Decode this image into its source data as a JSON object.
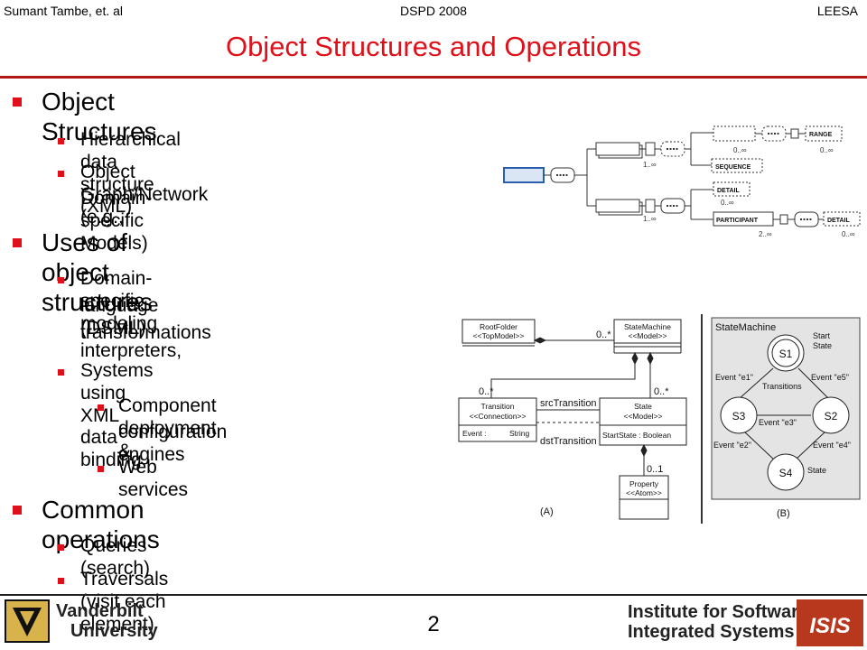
{
  "header": {
    "author": "Sumant Tambe, et. al",
    "conference": "DSPD 2008",
    "project": "LEESA"
  },
  "slide": {
    "title": "Object Structures and Operations",
    "bullets": [
      {
        "text": "Object Structures",
        "level": 1
      },
      {
        "text": "Hierarchical data structure (XML)",
        "level": 2
      },
      {
        "text": "Object Graph/Network (e.g.,",
        "level": 2
      },
      {
        "text": "Domain-specific Models)",
        "level": 2,
        "continuation": true
      },
      {
        "text": "Uses of object structures",
        "level": 1
      },
      {
        "text": "Domain-specific modeling",
        "level": 2
      },
      {
        "text": "language (DSML) interpreters,",
        "level": 2,
        "continuation": true
      },
      {
        "text": "transformations",
        "level": 2,
        "continuation": true
      },
      {
        "text": "Systems using XML data binding",
        "level": 2
      },
      {
        "text": "Component deployment  &",
        "level": 3
      },
      {
        "text": "configuration engines",
        "level": 3,
        "continuation": true
      },
      {
        "text": "Web services",
        "level": 3
      },
      {
        "text": "Common operations",
        "level": 1
      },
      {
        "text": "Queries (search)",
        "level": 2
      },
      {
        "text": "Traversals (visit each element)",
        "level": 2
      }
    ],
    "page_number": "2"
  },
  "xml_schema_diagram": {
    "labels": {
      "range": "RANGE",
      "sequence": "SEQUENCE",
      "detail": "DETAIL",
      "participant": "PARTICIPANT",
      "detail2": "DETAIL"
    },
    "cardinalities": {
      "c1": "0..∞",
      "c2": "1..∞",
      "c3": "0..∞",
      "c4": "1..∞",
      "c5": "0..∞",
      "c6": "2..∞",
      "c7": "0..∞"
    }
  },
  "uml_diagram": {
    "root_folder": {
      "name": "RootFolder",
      "stereotype": "<<TopModel>>"
    },
    "state_machine": {
      "name": "StateMachine",
      "stereotype": "<<Model>>"
    },
    "transition": {
      "name": "Transition",
      "stereotype": "<<Connection>>",
      "attr_name": "Event :",
      "attr_type": "String"
    },
    "state": {
      "name": "State",
      "stereotype": "<<Model>>",
      "attr": "StartState : Boolean"
    },
    "property": {
      "name": "Property",
      "stereotype": "<<Atom>>"
    },
    "mult_root": "0..*",
    "mult_transition": "0..*",
    "mult_state": "0..*",
    "mult_property": "0..1",
    "src_label": "srcTransition",
    "dst_label": "dstTransition",
    "caption": "(A)"
  },
  "state_machine_diagram": {
    "title": "StateMachine",
    "start_label_1": "Start",
    "start_label_2": "State",
    "transitions_label": "Transitions",
    "states": [
      "S1",
      "S2",
      "S3",
      "S4"
    ],
    "events": {
      "e1": "Event \"e1\"",
      "e5": "Event \"e5\"",
      "e3": "Event \"e3\"",
      "e2": "Event \"e2\"",
      "e4": "Event \"e4\""
    },
    "state_label": "State",
    "caption": "(B)"
  },
  "footer": {
    "left_logo_line1": "Vanderbilt",
    "left_logo_line2": "University",
    "right_logo_line1": "Institute for Software",
    "right_logo_line2": "Integrated Systems",
    "right_emblem": "ISIS"
  }
}
